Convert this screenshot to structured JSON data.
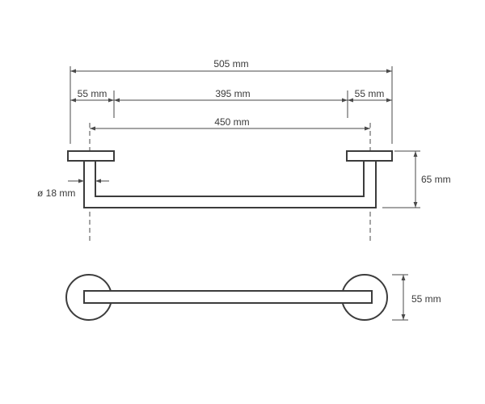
{
  "dimensions": {
    "overall_length": "505 mm",
    "left_rosette": "55 mm",
    "inner_span": "395 mm",
    "right_rosette": "55 mm",
    "center_distance": "450 mm",
    "tube_diameter": "ø 18 mm",
    "projection": "65 mm",
    "rosette_diameter": "55 mm"
  },
  "colors": {
    "line": "#3c3c3c",
    "background": "#ffffff"
  }
}
